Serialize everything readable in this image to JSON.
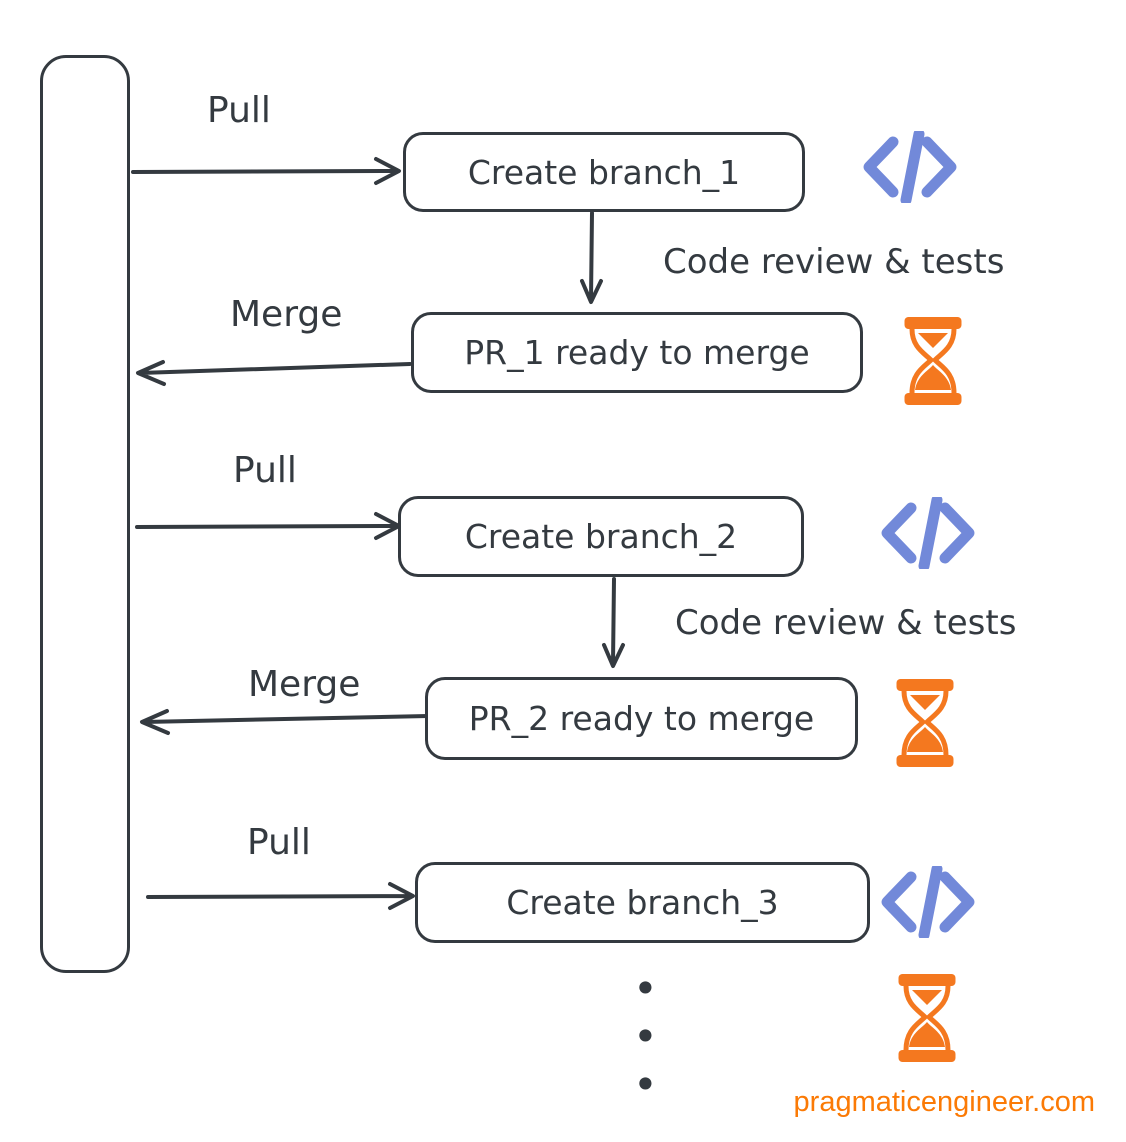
{
  "diagram": {
    "rows": [
      {
        "pull_label": "Pull",
        "create_label": "Create branch_1",
        "review_label": "Code review & tests",
        "pr_label": "PR_1 ready to merge",
        "merge_label": "Merge"
      },
      {
        "pull_label": "Pull",
        "create_label": "Create branch_2",
        "review_label": "Code review & tests",
        "pr_label": "PR_2 ready to merge",
        "merge_label": "Merge"
      },
      {
        "pull_label": "Pull",
        "create_label": "Create branch_3"
      }
    ],
    "ellipsis_dot": "•",
    "icons": {
      "code": "code-icon",
      "hourglass": "hourglass-icon"
    },
    "colors": {
      "ink": "#343a40",
      "code_blue": "#7289d9",
      "hourglass_orange": "#f4781f",
      "watermark_orange": "#fb7a05"
    },
    "footer": {
      "site": "pragmaticengineer.com"
    }
  }
}
